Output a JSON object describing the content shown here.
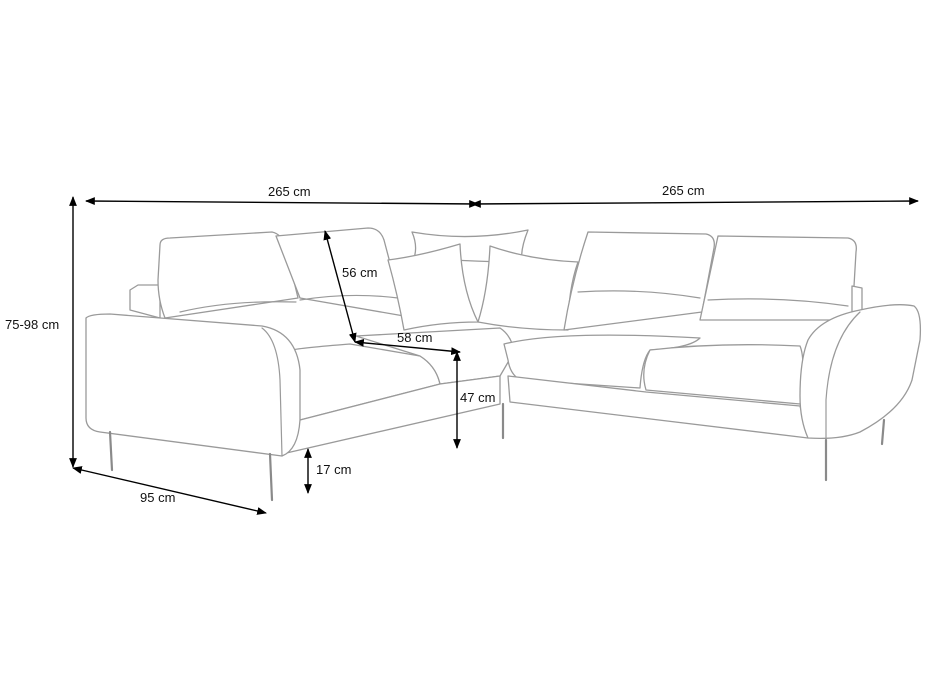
{
  "dimensions": {
    "width_left": "265 cm",
    "width_right": "265 cm",
    "height": "75-98 cm",
    "depth": "95 cm",
    "leg_height": "17 cm",
    "backrest_height": "56 cm",
    "seat_depth": "58 cm",
    "seat_height": "47 cm"
  },
  "colors": {
    "outline": "#9a9a9a",
    "dimension_lines": "#000000",
    "background": "#ffffff"
  }
}
